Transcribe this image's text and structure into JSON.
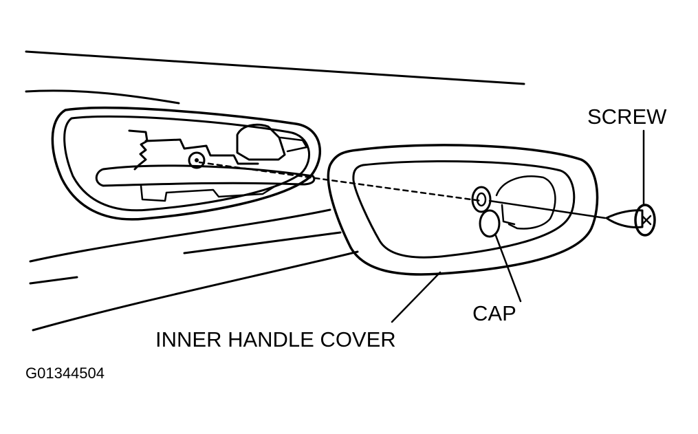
{
  "diagram": {
    "labels": {
      "screw": "SCREW",
      "cap": "CAP",
      "inner_handle_cover": "INNER HANDLE COVER"
    },
    "figure_code": "G01344504"
  },
  "colors": {
    "ink": "#000000",
    "background": "#ffffff"
  }
}
